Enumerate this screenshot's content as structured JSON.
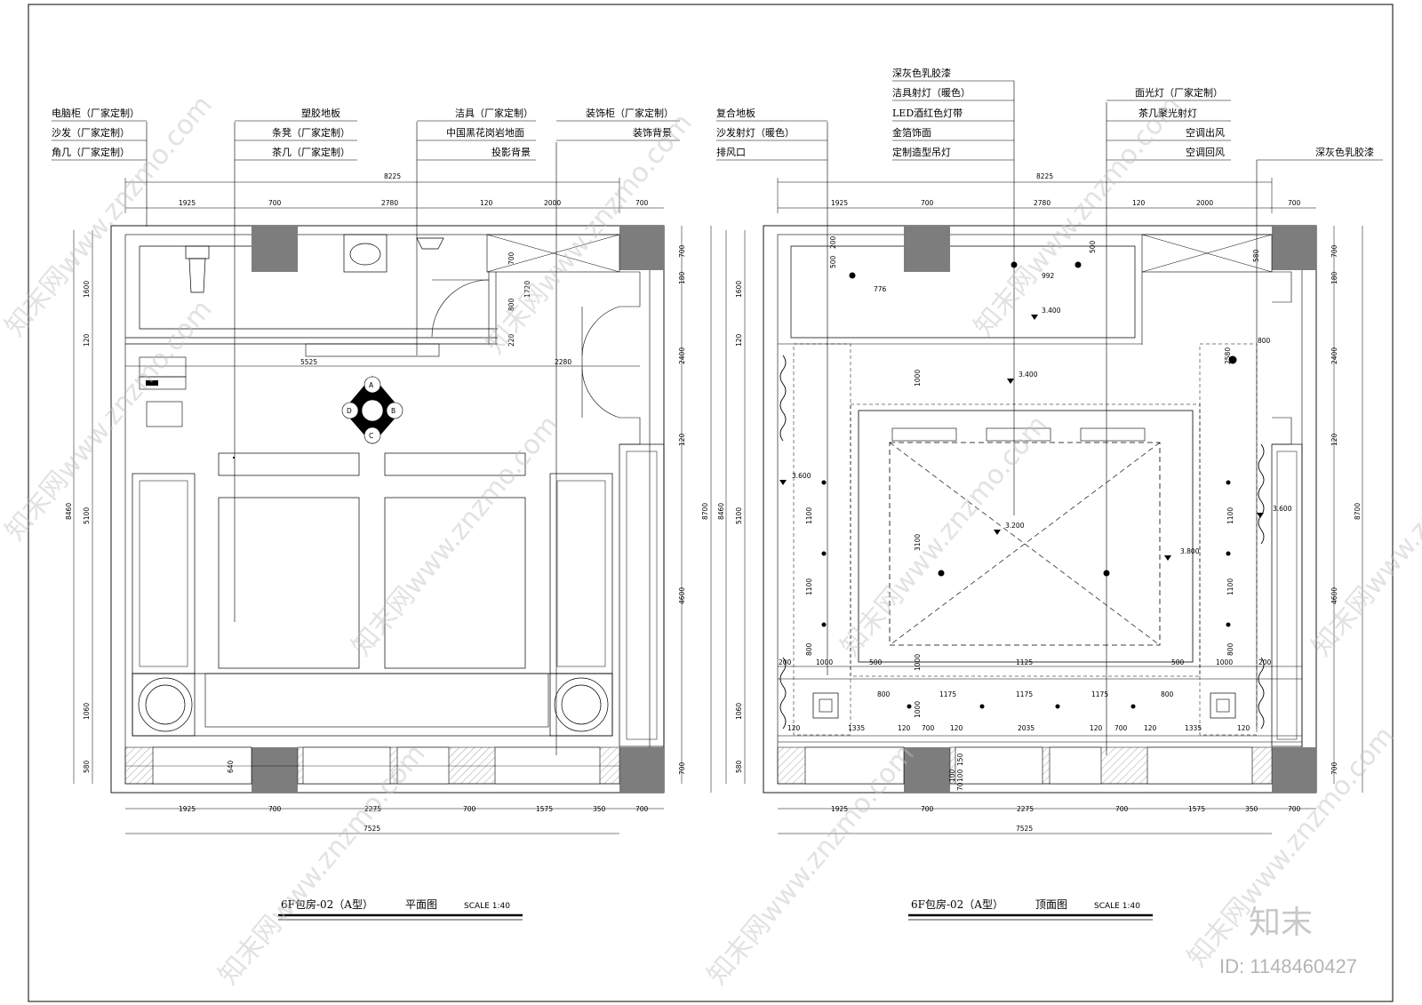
{
  "plan": {
    "title": "6F包房-02（A型）",
    "type": "平面图",
    "scale": "SCALE 1:40",
    "labels_left": [
      "电脑柜（厂家定制）",
      "沙发（厂家定制）",
      "角几（厂家定制）"
    ],
    "labels_mid": [
      "塑胶地板",
      "条凳（厂家定制）",
      "茶几（厂家定制）"
    ],
    "labels_center": [
      "洁具（厂家定制）",
      "中国黑花岗岩地面",
      "投影背景"
    ],
    "labels_right": [
      "装饰柜（厂家定制）",
      "装饰背景"
    ],
    "dims_top": [
      "1925",
      "700",
      "2780",
      "120",
      "2000",
      "700"
    ],
    "dim_total_top": "8225",
    "dims_bottom": [
      "1925",
      "700",
      "2275",
      "700",
      "1575",
      "350",
      "700"
    ],
    "dim_total_bottom": "7525",
    "dims_left": [
      "1600",
      "120",
      "5100",
      "1060",
      "580"
    ],
    "dim_total_left": "8460",
    "dims_right": [
      "700",
      "180",
      "2400",
      "120",
      "4600",
      "700"
    ],
    "dim_total_right": "8700",
    "dims_inner": [
      "5525",
      "2280",
      "700",
      "1720",
      "800",
      "220",
      "640"
    ],
    "compass": [
      "A",
      "B",
      "C",
      "D"
    ]
  },
  "ceiling": {
    "title": "6F包房-02（A型）",
    "type": "顶面图",
    "scale": "SCALE 1:40",
    "labels_left": [
      "复合地板",
      "沙发射灯（暖色）",
      "排风口"
    ],
    "labels_center": [
      "深灰色乳胶漆",
      "洁具射灯（暖色）",
      "LED酒红色灯带",
      "金箔饰面",
      "定制造型吊灯"
    ],
    "labels_right": [
      "面光灯（厂家定制）",
      "茶几聚光射灯",
      "空调出风",
      "空调回风"
    ],
    "label_far_right": "深灰色乳胶漆",
    "dims_top": [
      "1925",
      "700",
      "2780",
      "120",
      "2000",
      "700"
    ],
    "dim_total_top": "8225",
    "dims_bottom": [
      "1925",
      "700",
      "2275",
      "700",
      "1575",
      "350",
      "700"
    ],
    "dim_total_bottom": "7525",
    "dims_left": [
      "1600",
      "120",
      "5100",
      "1060",
      "580"
    ],
    "dim_total_left": "8460",
    "dims_right": [
      "700",
      "180",
      "2400",
      "120",
      "4600",
      "700"
    ],
    "dim_total_right": "8700",
    "levels": [
      "3.400",
      "3.400",
      "3.600",
      "3.200",
      "3.800",
      "3.600"
    ],
    "dims_inner_left": [
      "500",
      "200",
      "776",
      "1000",
      "1100",
      "1100",
      "800",
      "200",
      "1000"
    ],
    "dims_inner_top": [
      "500",
      "992",
      "580",
      "800",
      "2580"
    ],
    "dims_inner_mid": [
      "3100",
      "1000",
      "1000",
      "500",
      "1125",
      "500",
      "1000",
      "200"
    ],
    "dims_inner_right": [
      "1100",
      "1100",
      "800"
    ],
    "dims_lower": [
      "800",
      "1175",
      "1175",
      "1175",
      "800"
    ],
    "dims_bottom_row": [
      "120",
      "1335",
      "120",
      "700",
      "120",
      "2035",
      "120",
      "700",
      "120",
      "1335",
      "120"
    ],
    "dims_small": [
      "150",
      "100",
      "100",
      "70"
    ]
  },
  "watermark": {
    "site": "知末网www.znzmo.com",
    "brand": "知末",
    "id": "ID: 1148460427"
  }
}
